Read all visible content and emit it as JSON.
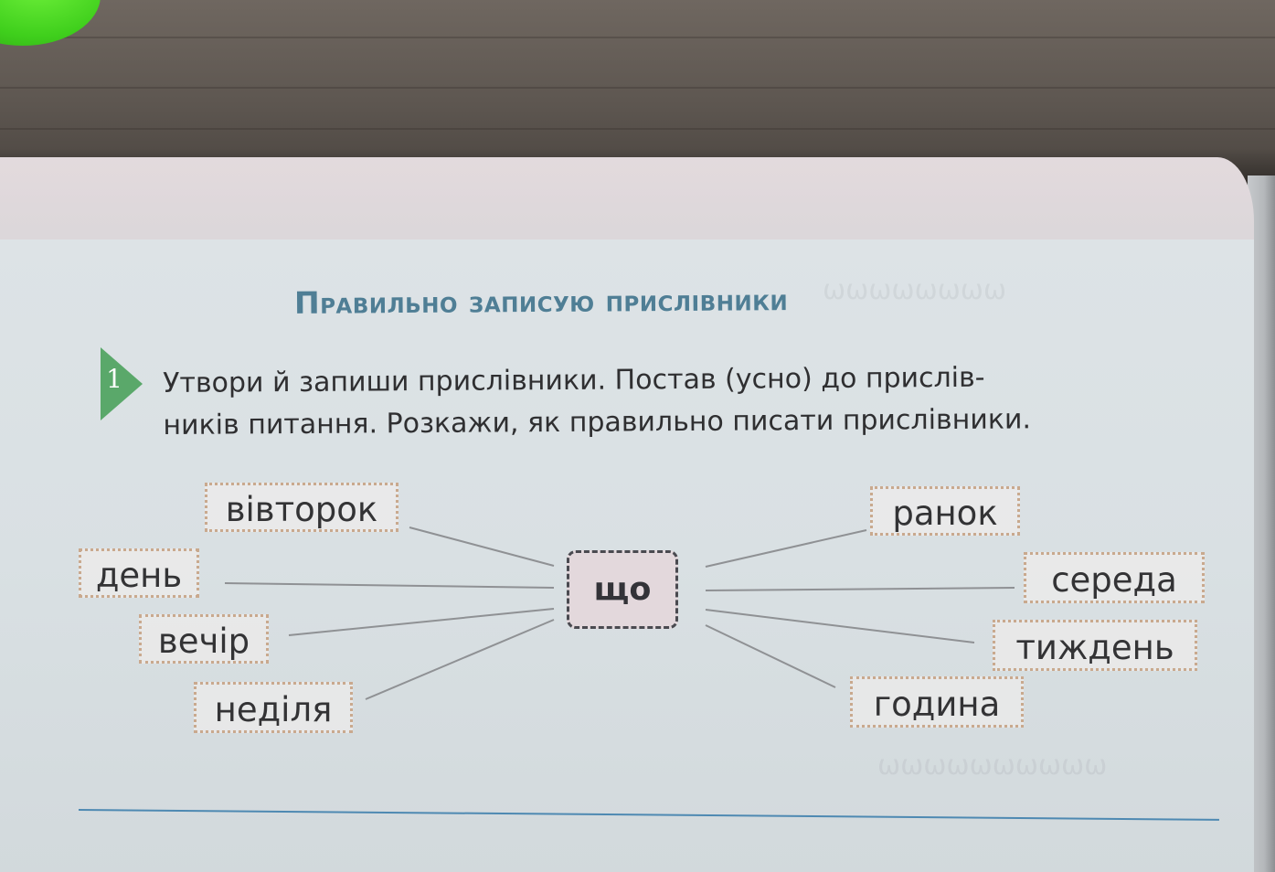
{
  "heading": "Правильно записую прислівники",
  "exercise": {
    "number": "1",
    "instruction_lines": [
      "Утвори й запиши прислівники. Постав (усно) до прислів-",
      "ників питання. Розкажи, як правильно писати прислівники."
    ]
  },
  "diagram": {
    "center_word": "що",
    "left_words": [
      "вівторок",
      "день",
      "вечір",
      "неділя"
    ],
    "right_words": [
      "ранок",
      "середа",
      "тиждень",
      "година"
    ]
  },
  "colors": {
    "heading": "#4f7e95",
    "marker": "#5aa86a",
    "word_border": "#c9a98e",
    "center_border": "#4a4a50",
    "center_fill": "#e3d8dc",
    "rule": "#4e89b2"
  }
}
